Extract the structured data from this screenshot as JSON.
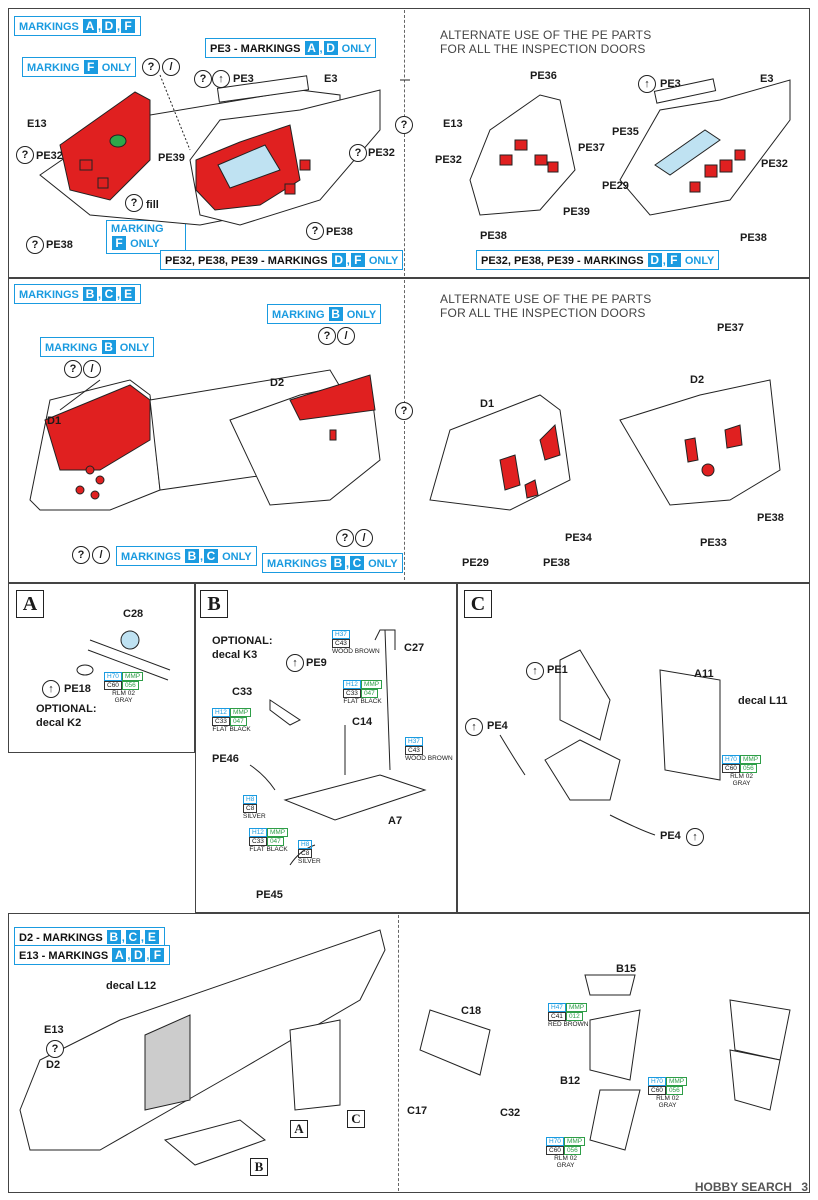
{
  "colors": {
    "accent": "#1a9be0",
    "red_part": "#e02020",
    "pe_blue": "#bfe2f2",
    "green_part": "#2ea84a",
    "line": "#222222"
  },
  "panel1": {
    "header": {
      "prefix": "MARKINGS",
      "letters": [
        "A",
        "D",
        "F"
      ]
    },
    "mk_f_only": {
      "prefix": "MARKING",
      "letter": "F",
      "suffix": "ONLY"
    },
    "mk_f_only_2": {
      "prefix": "MARKING",
      "letter": "F",
      "suffix": "ONLY"
    },
    "pe3_only": {
      "prefix": "PE3 - MARKINGS",
      "letters": [
        "A",
        "D"
      ],
      "suffix": "ONLY"
    },
    "pe32_only": {
      "prefix": "PE32, PE38, PE39 - MARKINGS",
      "letters": [
        "D",
        "F"
      ],
      "suffix": "ONLY"
    },
    "pe32_only_right": {
      "prefix": "PE32, PE38, PE39 - MARKINGS",
      "letters": [
        "D",
        "F"
      ],
      "suffix": "ONLY"
    },
    "alt_line1": "ALTERNATE USE OF THE PE PARTS",
    "alt_line2": "FOR ALL THE INSPECTION DOORS",
    "labels": {
      "e13": "E13",
      "pe32": "PE32",
      "pe38": "PE38",
      "pe39": "PE39",
      "fill": "fill",
      "pe3": "PE3",
      "e3": "E3",
      "pe32b": "PE32",
      "pe38b": "PE38",
      "e13r": "E13",
      "pe36": "PE36",
      "pe32r": "PE32",
      "pe37": "PE37",
      "pe39r": "PE39",
      "pe38r": "PE38",
      "pe3r": "PE3",
      "e3r": "E3",
      "pe35": "PE35",
      "pe32r2": "PE32",
      "pe29": "PE29",
      "pe38r2": "PE38"
    }
  },
  "panel2": {
    "header": {
      "prefix": "MARKINGS",
      "letters": [
        "B",
        "C",
        "E"
      ]
    },
    "mk_b_only_a": {
      "prefix": "MARKING",
      "letter": "B",
      "suffix": "ONLY"
    },
    "mk_b_only_b": {
      "prefix": "MARKING",
      "letter": "B",
      "suffix": "ONLY"
    },
    "mk_bc_only_a": {
      "prefix": "MARKINGS",
      "letters": [
        "B",
        "C"
      ],
      "suffix": "ONLY"
    },
    "mk_bc_only_b": {
      "prefix": "MARKINGS",
      "letters": [
        "B",
        "C"
      ],
      "suffix": "ONLY"
    },
    "alt_line1": "ALTERNATE USE OF THE PE PARTS",
    "alt_line2": "FOR ALL THE INSPECTION DOORS",
    "labels": {
      "d1": "D1",
      "d2": "D2",
      "d1r": "D1",
      "pe37": "PE37",
      "d2r": "D2",
      "pe34": "PE34",
      "pe29": "PE29",
      "pe38": "PE38",
      "pe38b": "PE38",
      "pe33": "PE33"
    }
  },
  "stepA": {
    "letter": "A",
    "labels": {
      "c28": "C28",
      "pe18": "PE18",
      "optional": "OPTIONAL:",
      "decal": "decal K2"
    },
    "paint": {
      "c1": "H70",
      "c2": "MMP",
      "c3": "C60",
      "c4": "056",
      "name1": "RLM 02",
      "name2": "GRAY"
    }
  },
  "stepB": {
    "letter": "B",
    "labels": {
      "optional": "OPTIONAL:",
      "decal": "decal K3",
      "pe9": "PE9",
      "c27": "C27",
      "c33": "C33",
      "c14": "C14",
      "pe46": "PE46",
      "a7": "A7",
      "pe45": "PE45"
    },
    "paint_wood1": {
      "c1": "H37",
      "c3": "C43",
      "name1": "WOOD BROWN"
    },
    "paint_flat1": {
      "c1": "H12",
      "c2": "MMP",
      "c3": "C33",
      "c4": "047",
      "name1": "FLAT BLACK"
    },
    "paint_flat2": {
      "c1": "H12",
      "c2": "MMP",
      "c3": "C33",
      "c4": "047",
      "name1": "FLAT BLACK"
    },
    "paint_wood2": {
      "c1": "H37",
      "c3": "C43",
      "name1": "WOOD BROWN"
    },
    "paint_silver1": {
      "c1": "H8",
      "c3": "C8",
      "name1": "SILVER"
    },
    "paint_flat3": {
      "c1": "H12",
      "c2": "MMP",
      "c3": "C33",
      "c4": "047",
      "name1": "FLAT BLACK"
    },
    "paint_silver2": {
      "c1": "H8",
      "c3": "C8",
      "name1": "SILVER"
    }
  },
  "stepC": {
    "letter": "C",
    "labels": {
      "pe1": "PE1",
      "a11": "A11",
      "decal": "decal L11",
      "pe4": "PE4",
      "pe4b": "PE4"
    },
    "paint": {
      "c1": "H70",
      "c2": "MMP",
      "c3": "C60",
      "c4": "056",
      "name1": "RLM 02",
      "name2": "GRAY"
    }
  },
  "bottom": {
    "d2_line": {
      "prefix": "D2 - MARKINGS",
      "letters": [
        "B",
        "C",
        "E"
      ]
    },
    "e13_line": {
      "prefix": "E13 - MARKINGS",
      "letters": [
        "A",
        "D",
        "F"
      ]
    },
    "labels": {
      "decal": "decal L12",
      "e13": "E13",
      "d2": "D2",
      "boxA": "A",
      "boxB": "B",
      "boxC": "C",
      "b15": "B15",
      "c18": "C18",
      "b12": "B12",
      "c17": "C17",
      "c32": "C32"
    },
    "paint_brown": {
      "c1": "H47",
      "c2": "MMP",
      "c3": "C41",
      "c4": "012",
      "name1": "RED BROWN"
    },
    "paint_gray1": {
      "c1": "H70",
      "c2": "MMP",
      "c3": "C60",
      "c4": "056",
      "name1": "RLM 02",
      "name2": "GRAY"
    },
    "paint_gray2": {
      "c1": "H70",
      "c2": "MMP",
      "c3": "C60",
      "c4": "056",
      "name1": "RLM 02",
      "name2": "GRAY"
    }
  },
  "footer": {
    "watermark": "HOBBY SEARCH",
    "page": "3"
  }
}
